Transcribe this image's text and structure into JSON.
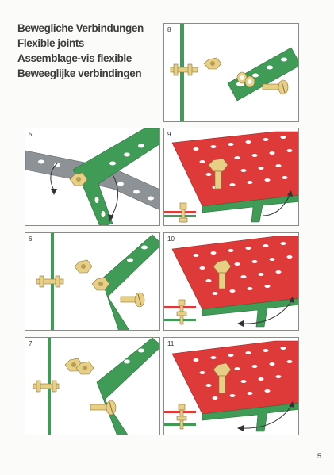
{
  "titles": [
    "Bewegliche Verbindungen",
    "Flexible joints",
    "Assemblage-vis flexible",
    "Beweeglijke verbindingen"
  ],
  "steps": [
    "8",
    "5",
    "9",
    "6",
    "10",
    "7",
    "11"
  ],
  "page_number": "5",
  "colors": {
    "green": "#3f9b55",
    "red": "#de3a3a",
    "grey": "#8d9296",
    "brass": "#e7cf86"
  }
}
